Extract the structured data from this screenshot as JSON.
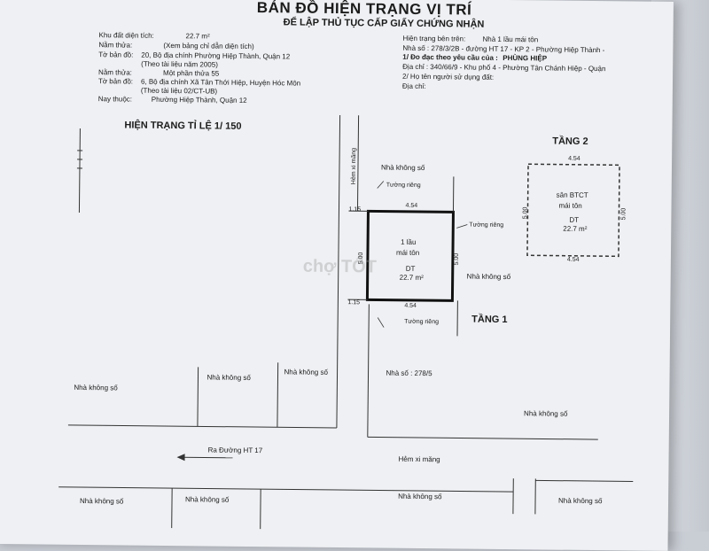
{
  "title": "BẢN ĐỒ HIỆN TRẠNG VỊ TRÍ",
  "subtitle": "ĐỂ LẬP THỦ TỤC CẤP GIẤY CHỨNG NHẬN",
  "left_info": {
    "area_label": "Khu đất diện tích:",
    "area_value": "22.7 m²",
    "parcel_label": "Nằm thửa:",
    "parcel_value": "(Xem bảng chỉ dẫn diện tích)",
    "sheet_label": "Tờ bản đồ:",
    "sheet_value": "20, Bộ địa chính Phường Hiệp Thành, Quận 12",
    "sheet_note": "(Theo tài liệu năm 2005)",
    "parcel2_label": "Nằm thửa:",
    "parcel2_value": "Một phần thửa 55",
    "sheet2_label": "Tờ bản đồ:",
    "sheet2_value": "6, Bộ địa chính Xã Tân Thới Hiệp, Huyện Hóc Môn",
    "sheet2_note": "(Theo tài liệu 02/CT-UB)",
    "belongs_label": "Nay thuộc:",
    "belongs_value": "Phường Hiệp Thành, Quận 12"
  },
  "right_info": {
    "status_label": "Hiện trạng bên trên:",
    "status_value": "Nhà 1 lầu mái tôn",
    "house_no": "Nhà số : 278/3/2B - đường HT 17 - KP 2 - Phường Hiệp Thành -",
    "survey_label": "1/ Đo đạc theo yêu cầu của :",
    "survey_value": "PHÙNG HIỆP",
    "address": "Địa chỉ : 340/66/9 - Khu phố 4 - Phường Tân Chánh Hiệp - Quận",
    "user_label": "2/ Họ tên người sử dụng đất:",
    "address2": "Địa chỉ:"
  },
  "map": {
    "heading": "HIỆN TRẠNG TỈ LỆ 1/ 150",
    "alley_vertical": "Hẻm xi măng",
    "alley_horizontal": "Hẻm xi măng",
    "road_label": "Ra Đường HT 17",
    "floor1": "TẦNG 1",
    "floor2": "TẦNG 2",
    "private_wall": "Tường riêng",
    "dim_width": "4.54",
    "dim_height": "5.00",
    "dim_offset": "1.15",
    "building1_line1": "1 lầu",
    "building1_line2": "mái tôn",
    "building_dt": "DT",
    "building_area": "22.7 m²",
    "building2_line1": "sân BTCT",
    "building2_line2": "mái tôn",
    "no_number_house": "Nhà không số",
    "house_278_5": "Nhà số : 278/5",
    "watermark": "chợ TỐT"
  }
}
